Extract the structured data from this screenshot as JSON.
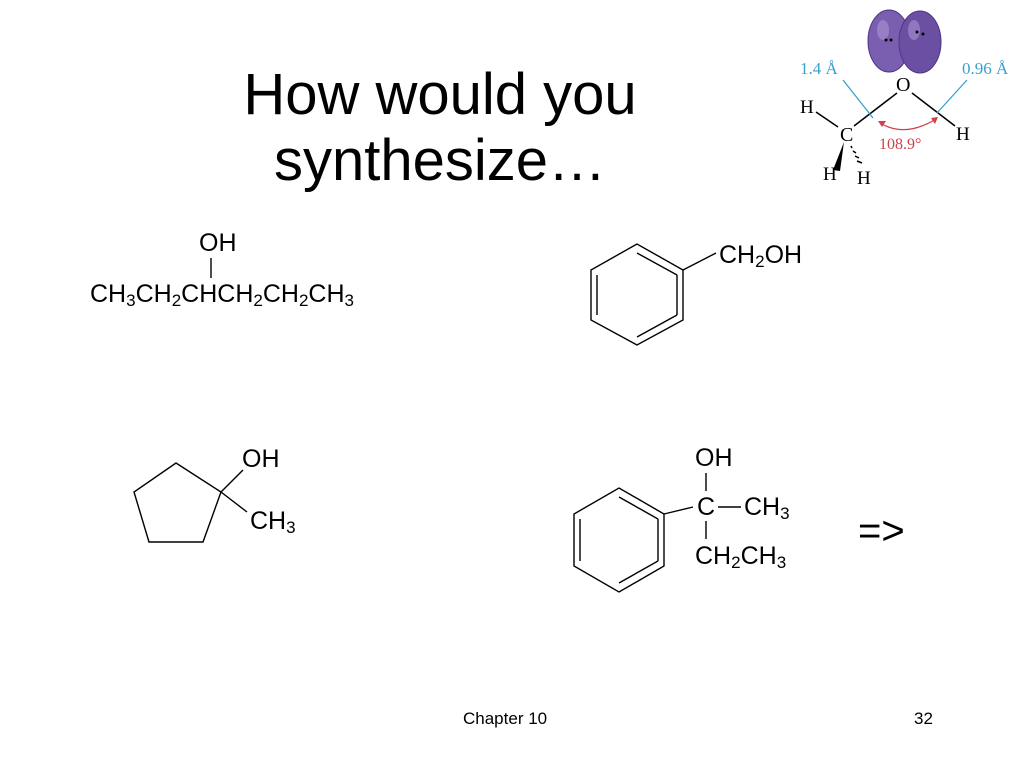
{
  "slide": {
    "title_line1": "How would you",
    "title_line2": "synthesize…",
    "footer": "Chapter 10",
    "page_number": "32",
    "next_arrow": "=>"
  },
  "molecule1": {
    "oh": "OH",
    "chain": [
      {
        "t": "CH"
      },
      {
        "s": "3"
      },
      {
        "t": "CH"
      },
      {
        "s": "2"
      },
      {
        "t": "CHCH"
      },
      {
        "s": "2"
      },
      {
        "t": "CH"
      },
      {
        "s": "2"
      },
      {
        "t": "CH"
      },
      {
        "s": "3"
      }
    ]
  },
  "molecule2": {
    "label_main": "CH",
    "label_sub": "2",
    "label_end": "OH"
  },
  "molecule3": {
    "oh": "OH",
    "methyl_main": "CH",
    "methyl_sub": "3"
  },
  "molecule4": {
    "oh": "OH",
    "carbon": "C",
    "methyl_main": "CH",
    "methyl_sub": "3",
    "ethyl_a": "CH",
    "ethyl_a_sub": "2",
    "ethyl_b": "CH",
    "ethyl_b_sub": "3"
  },
  "methanol_figure": {
    "oxygen": "O",
    "carbon": "C",
    "hydrogen": "H",
    "bond_co": "1.4 Å",
    "bond_oh": "0.96 Å",
    "angle": "108.9°",
    "colors": {
      "orbital": "#7a5fb0",
      "orbital_dark": "#5a3f90",
      "measure": "#3aa0d0",
      "angle": "#d0404a"
    }
  }
}
